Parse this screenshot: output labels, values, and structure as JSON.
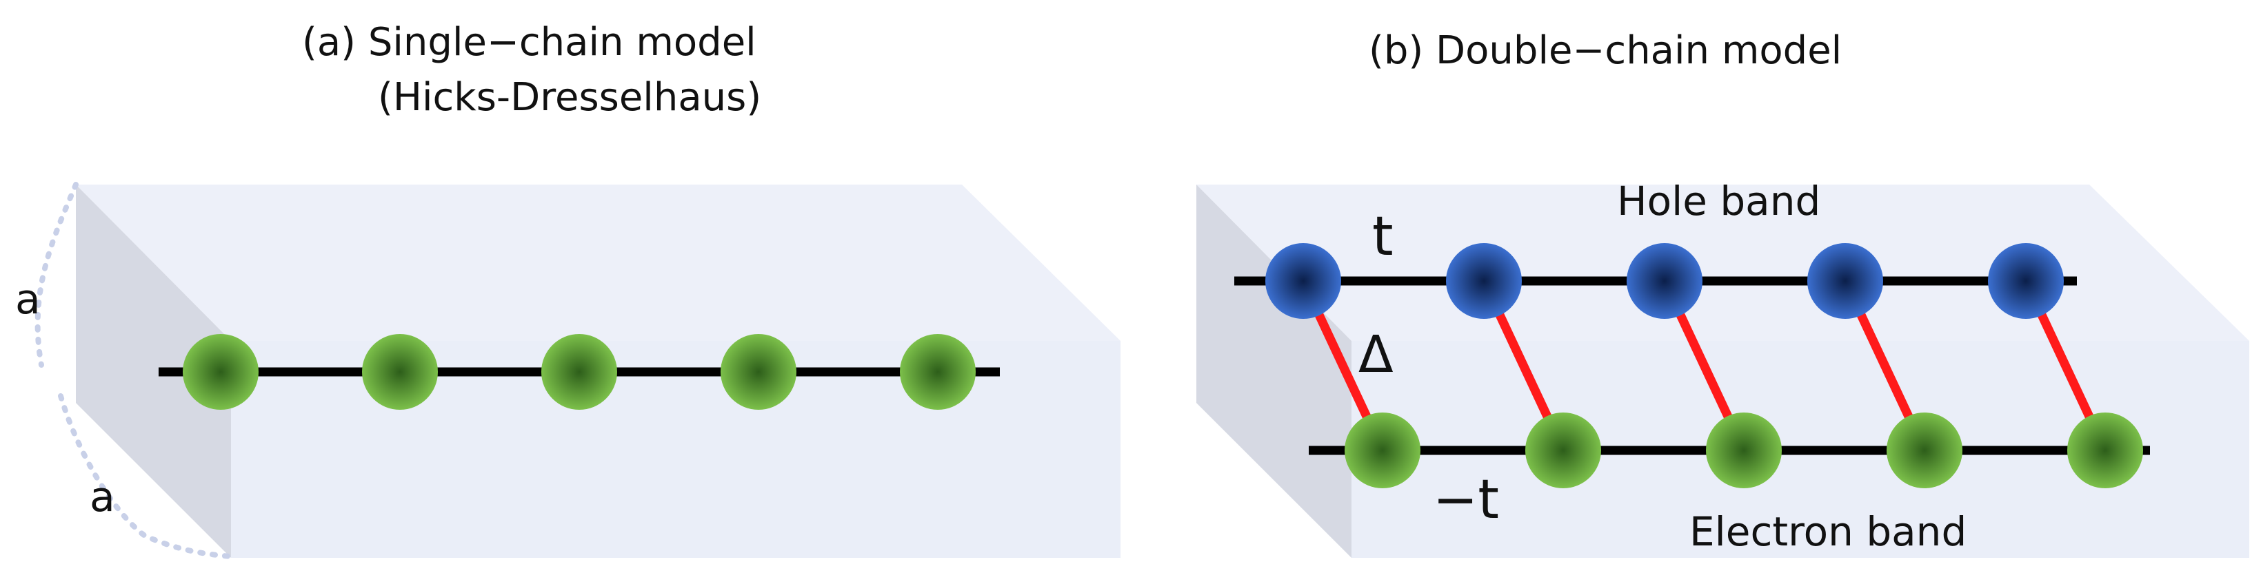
{
  "panel_a": {
    "title_line1": "(a) Single−chain model",
    "title_line2": "(Hicks-Dresselhaus)",
    "dim_label_top": "a",
    "dim_label_bottom": "a",
    "site_count": 5
  },
  "panel_b": {
    "title": "(b) Double−chain model",
    "hopping_top": "t",
    "hopping_bottom": "−t",
    "coupling": "Δ",
    "top_band": "Hole band",
    "bottom_band": "Electron band",
    "site_count": 5
  },
  "colors": {
    "box_front": "#eaeef8",
    "box_side": "#d6d9e3",
    "box_top": "#edf0f9",
    "chain": "#000000",
    "coupling_bond": "#ff1a1a",
    "electron_site": "#7cc04a",
    "electron_site_dark": "#2d5e1a",
    "hole_site": "#3b6fd0",
    "hole_site_dark": "#0b1f4a",
    "dim_line": "#c8d0e8"
  }
}
